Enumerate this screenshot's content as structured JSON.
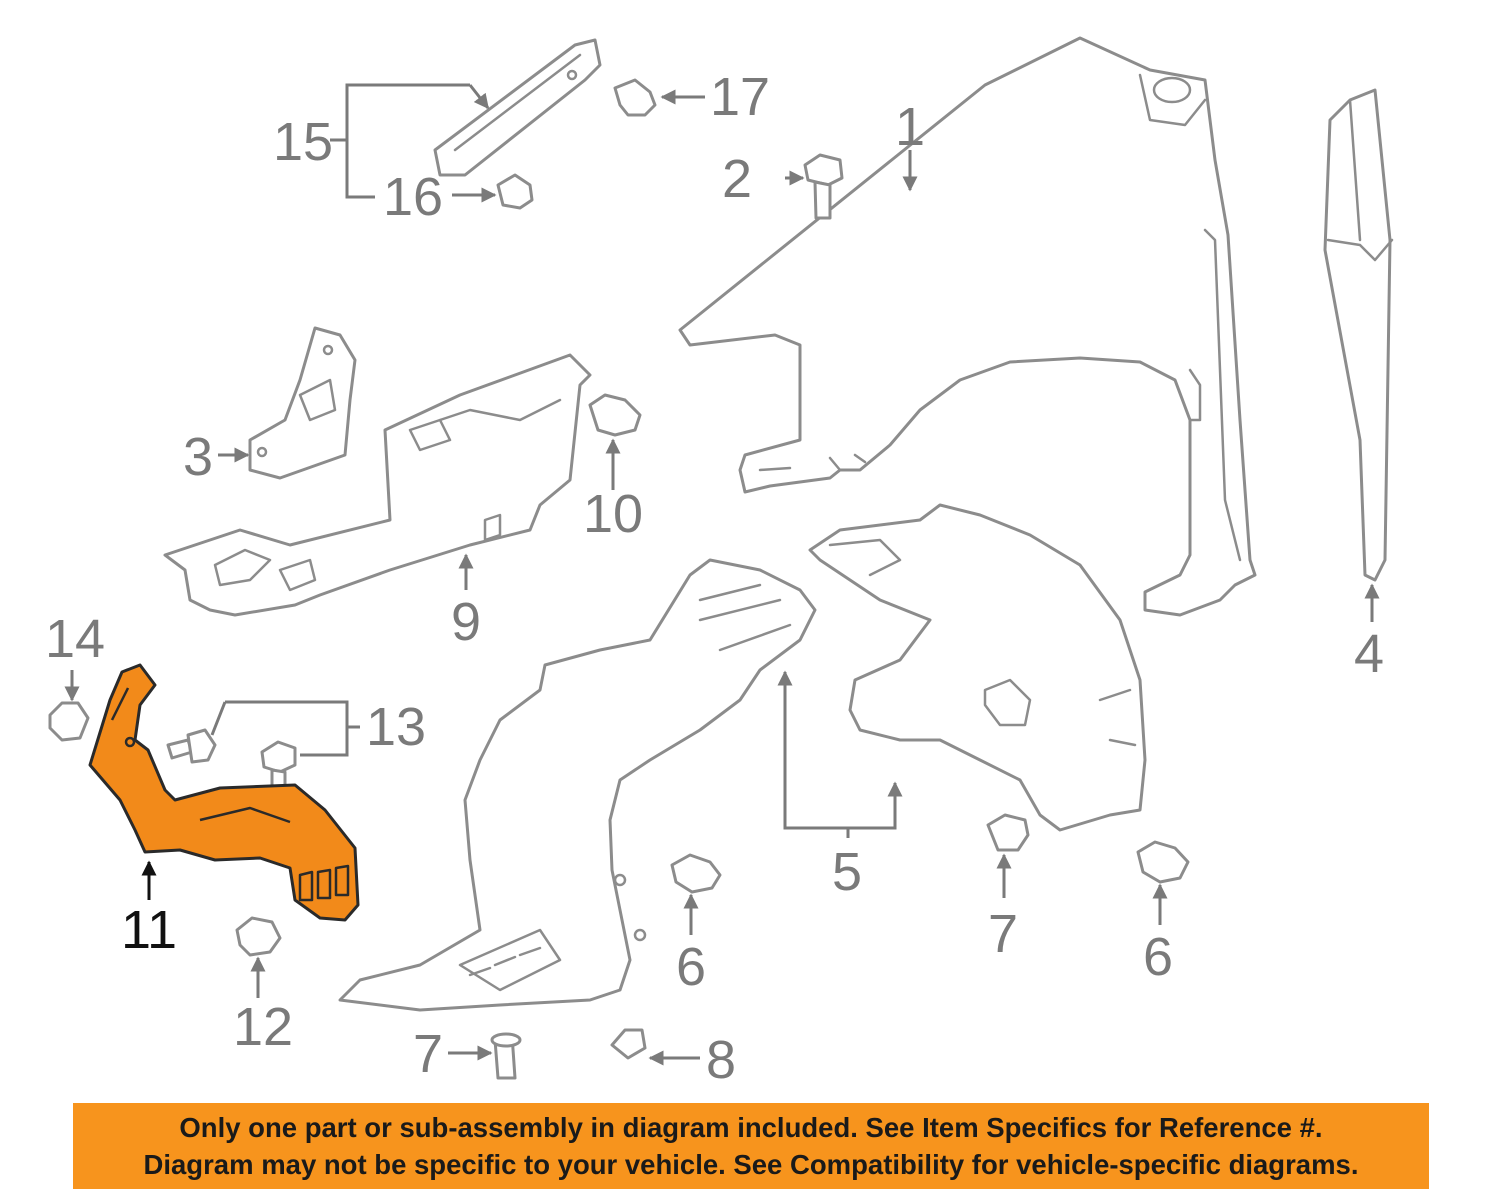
{
  "callouts": {
    "c1": "1",
    "c2": "2",
    "c3": "3",
    "c4": "4",
    "c5": "5",
    "c6a": "6",
    "c6b": "6",
    "c7a": "7",
    "c7b": "7",
    "c8": "8",
    "c9": "9",
    "c10": "10",
    "c11": "11",
    "c12": "12",
    "c13": "13",
    "c14": "14",
    "c15": "15",
    "c16": "16",
    "c17": "17"
  },
  "highlighted_part": "11",
  "colors": {
    "highlight": "#f28a1a",
    "banner": "#f7941d",
    "line": "#8c8c8c"
  },
  "notice": {
    "line1": "Only one part or sub-assembly in diagram included. See Item Specifics for Reference #.",
    "line2": "Diagram may not be specific to your vehicle. See Compatibility for vehicle-specific diagrams."
  }
}
